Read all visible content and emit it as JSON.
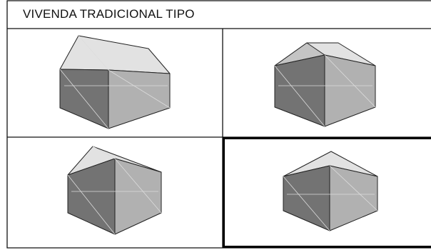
{
  "sheet": {
    "title": "VIVENDA TRADICIONAL TIPO"
  },
  "colors": {
    "frame": "#111111",
    "roof": "#e2e2e2",
    "wall_dark": "#737373",
    "wall_light": "#b1b1b1",
    "hidden_lines": "#dddddd"
  },
  "panels": [
    {
      "roof": "gable",
      "selected": false
    },
    {
      "roof": "hipped",
      "selected": false
    },
    {
      "roof": "gable",
      "selected": false
    },
    {
      "roof": "pyramid",
      "selected": true
    }
  ]
}
